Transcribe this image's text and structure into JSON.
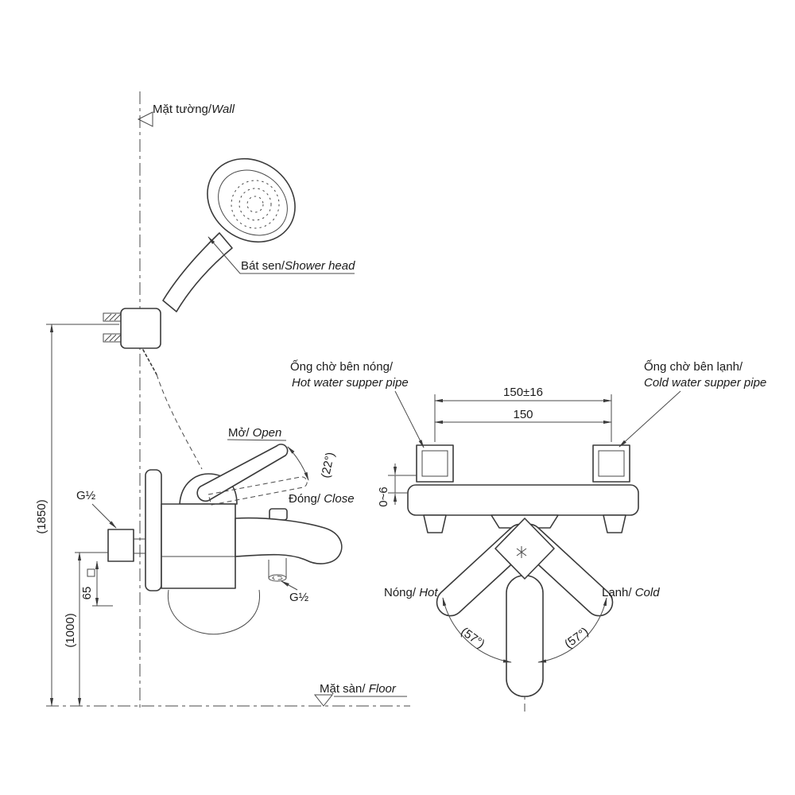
{
  "labels": {
    "wall": {
      "vi": "Mặt tường/",
      "en": "Wall"
    },
    "shower_head": {
      "vi": "Bát sen/",
      "en": "Shower head"
    },
    "open": {
      "vi": "Mở/",
      "en": " Open"
    },
    "close": {
      "vi": "Đóng/",
      "en": " Close"
    },
    "hot_pipe": {
      "vi": "Ống chờ bên nóng/",
      "en": "Hot water supper pipe"
    },
    "cold_pipe": {
      "vi": "Ống chờ bên lạnh/",
      "en": "Cold water supper pipe"
    },
    "hot": {
      "vi": "Nóng/",
      "en": " Hot"
    },
    "cold": {
      "vi": "Lạnh/",
      "en": " Cold"
    },
    "floor": {
      "vi": "Mặt sàn/",
      "en": " Floor"
    },
    "g_half_inlet": "G½",
    "g_half_outlet": "G½"
  },
  "dimensions": {
    "wall_height": "(1850)",
    "faucet_height": "(1000)",
    "plate_size": "65",
    "open_angle": "(22°)",
    "pipe_span_tolerance": "150±16",
    "pipe_span": "150",
    "protrusion": "0~6",
    "swing_left": "(57°)",
    "swing_right": "(57°)"
  }
}
